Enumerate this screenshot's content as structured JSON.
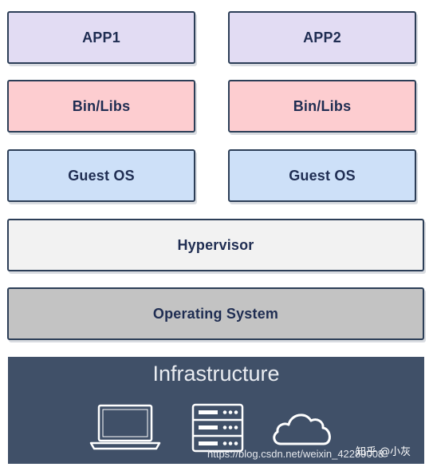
{
  "diagram": {
    "apps": [
      "APP1",
      "APP2"
    ],
    "libs": [
      "Bin/Libs",
      "Bin/Libs"
    ],
    "guests": [
      "Guest OS",
      "Guest OS"
    ],
    "hypervisor": "Hypervisor",
    "operating_system": "Operating System",
    "infrastructure": {
      "title": "Infrastructure",
      "icons": [
        "laptop-icon",
        "server-icon",
        "cloud-icon"
      ]
    }
  },
  "colors": {
    "app": "#e2dcf3",
    "libs": "#fdcdd0",
    "guest": "#cde0f8",
    "hypervisor": "#f2f2f2",
    "operating_system": "#c3c3c3",
    "infrastructure": "#405068",
    "border": "#2c3e57",
    "label_text": "#1f2d52"
  },
  "watermark": {
    "url": "https://blog.csdn.net/weixin_42289008",
    "zhihu": "知乎 @小灰"
  }
}
